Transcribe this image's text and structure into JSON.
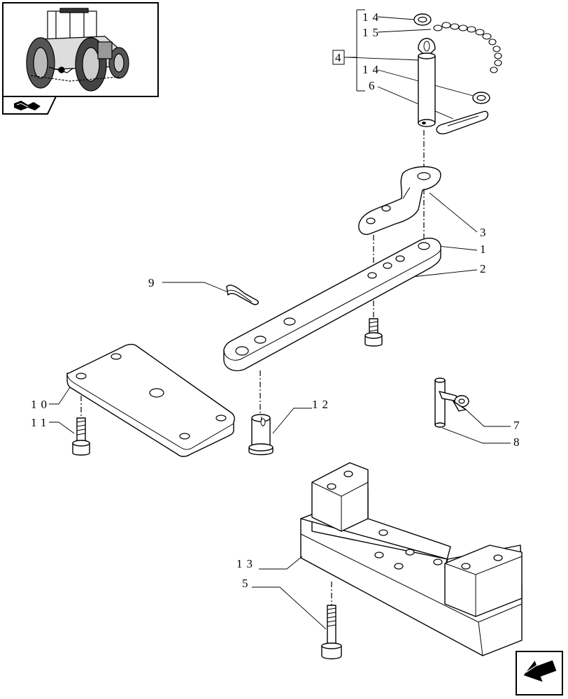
{
  "thumbnail": {
    "subject": "tractor-rear-view-thumbnail"
  },
  "nav": {
    "back_icon": "book-arrow-icon",
    "next_icon": "arrow-next-icon"
  },
  "group_label": "4",
  "callouts": {
    "c14a": "14",
    "c15": "15",
    "c14b": "14",
    "c6": "6",
    "c3": "3",
    "c1": "1",
    "c2": "2",
    "c9": "9",
    "c10": "10",
    "c11": "11",
    "c12": "12",
    "c7": "7",
    "c8": "8",
    "c13": "13",
    "c5": "5"
  }
}
